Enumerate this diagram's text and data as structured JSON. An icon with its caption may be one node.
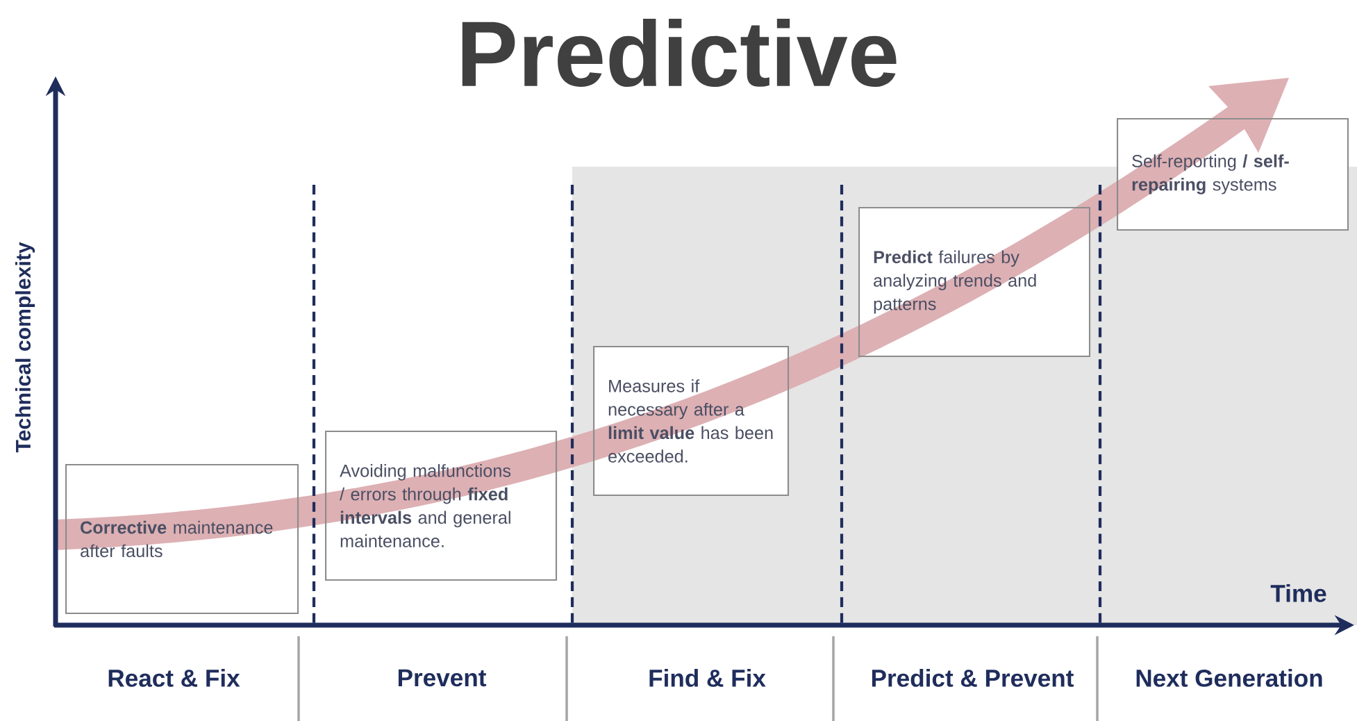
{
  "diagram": {
    "title": "Predictive",
    "nodes": [
      {
        "text": [
          "**Corrective** maintenance after faults"
        ]
      },
      {
        "text": [
          "Avoiding malfunctions / errors through **fixed intervals** and general maintenance."
        ]
      },
      {
        "text": [
          "Measures if necessary after a **limit value** has been exceeded."
        ]
      },
      {
        "text": [
          "**Predict** failures by analyzing trends and patterns"
        ]
      },
      {
        "text": [
          "Self-reporting **/ self-repairing** systems"
        ]
      }
    ],
    "labels": [
      "Technical complexity",
      "Time",
      "React & Fix",
      "Prevent",
      "Find & Fix",
      "Predict & Prevent",
      "Next Generation"
    ]
  }
}
